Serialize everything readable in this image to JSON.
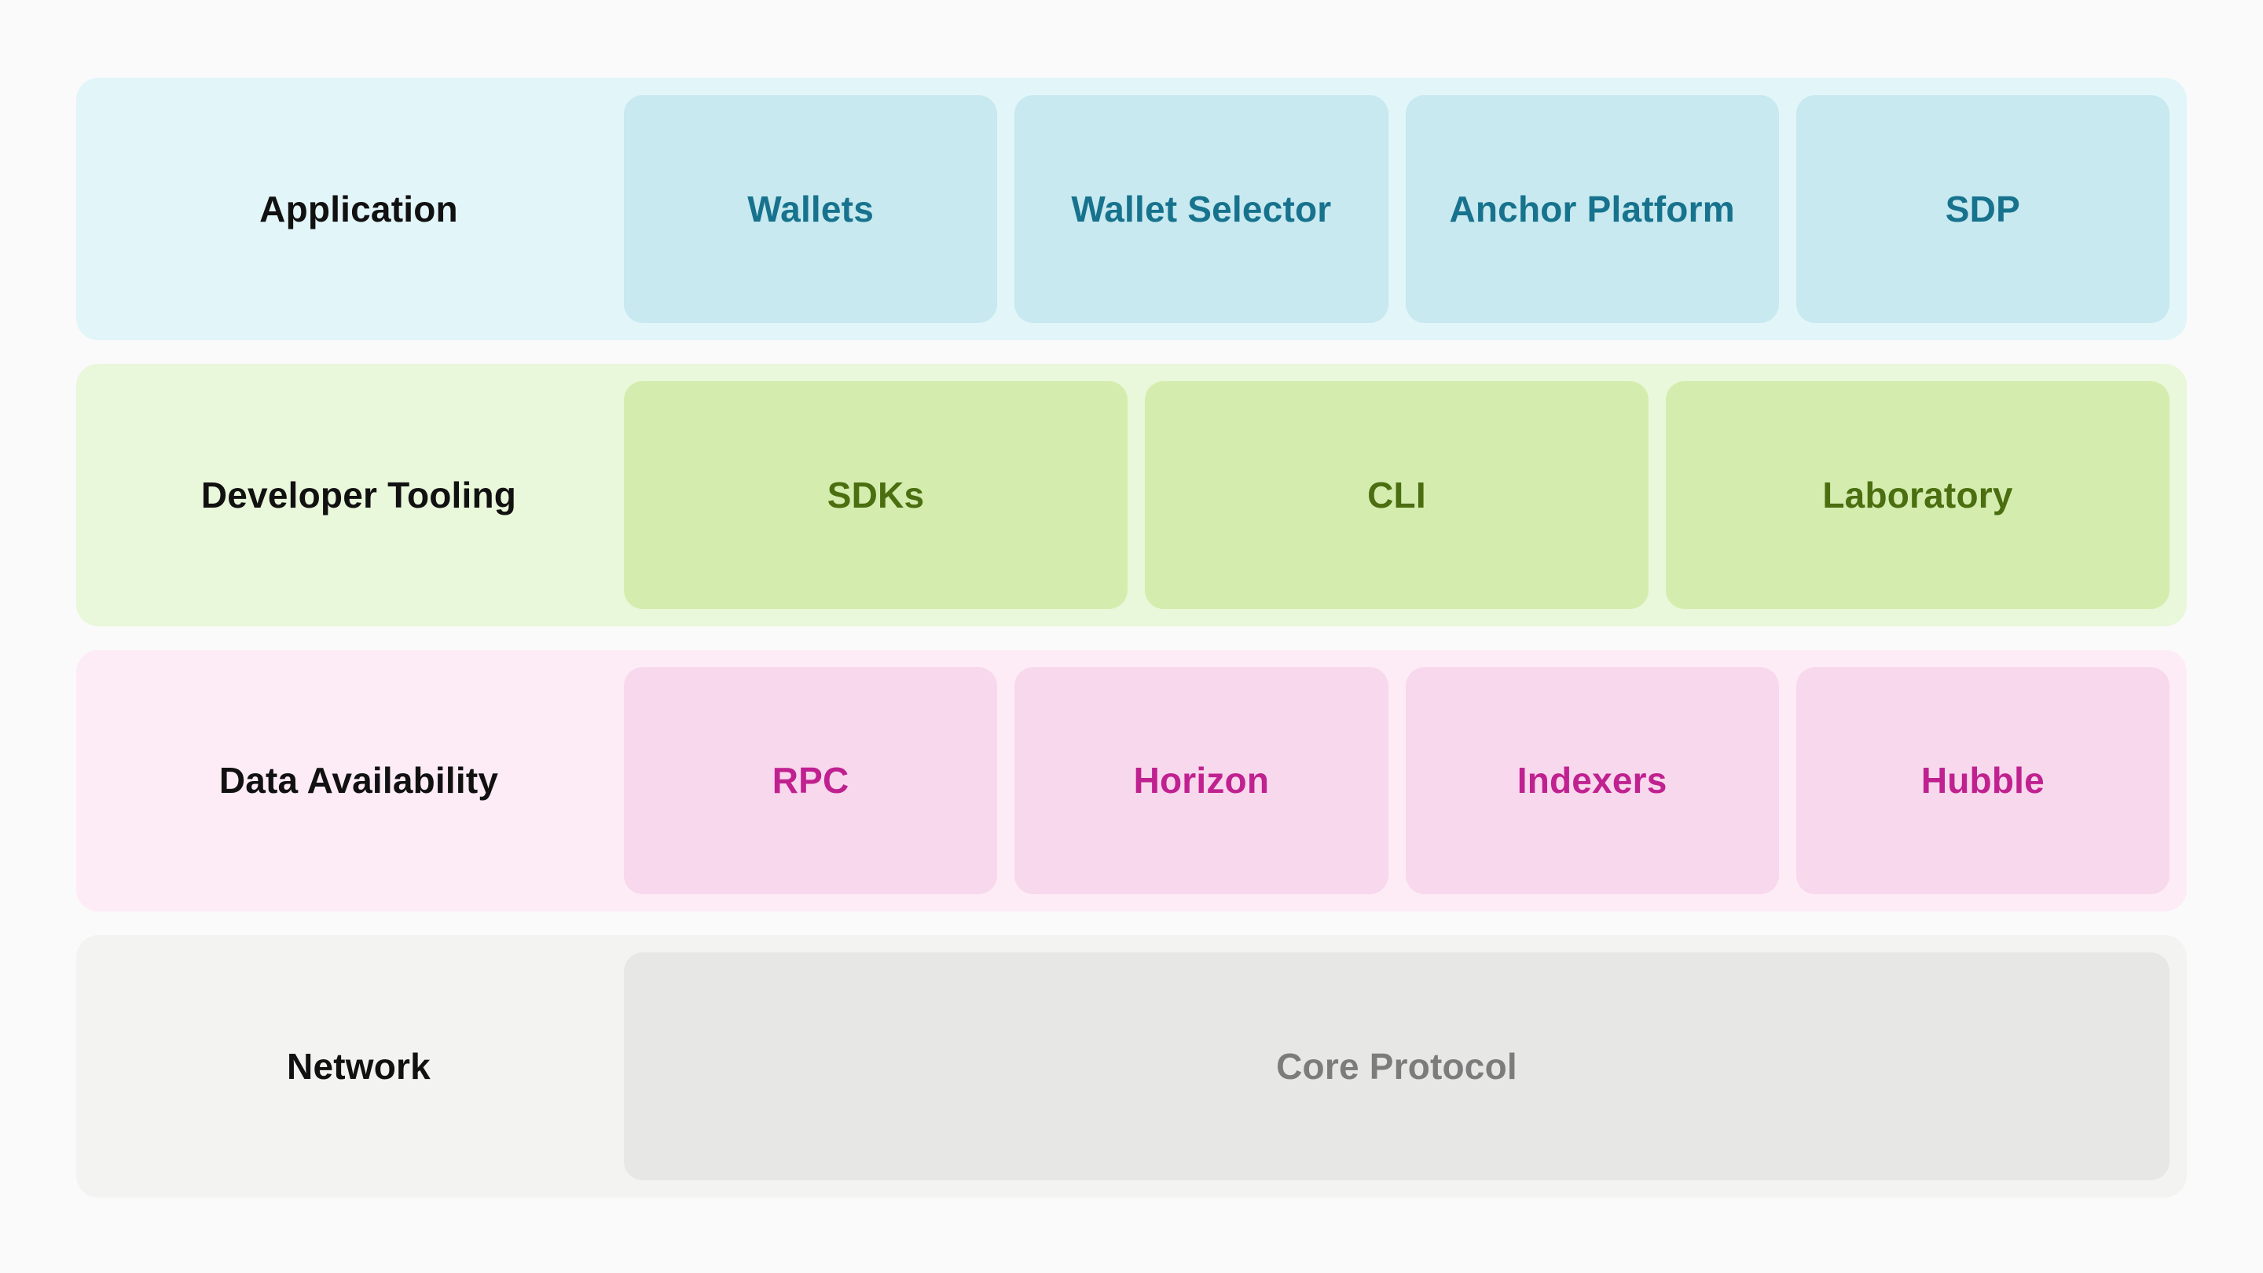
{
  "page": {
    "background": "#fafafa",
    "label_color": "#111111"
  },
  "layers": [
    {
      "label": "Application",
      "row_bg": "#e2f5f9",
      "box_bg": "#c7e9ef",
      "box_text_color": "#17728d",
      "boxes": [
        "Wallets",
        "Wallet Selector",
        "Anchor Platform",
        "SDP"
      ]
    },
    {
      "label": "Developer Tooling",
      "row_bg": "#e9f7da",
      "box_bg": "#d4edae",
      "box_text_color": "#4a6e10",
      "boxes": [
        "SDKs",
        "CLI",
        "Laboratory"
      ]
    },
    {
      "label": "Data Availability",
      "row_bg": "#fdecf6",
      "box_bg": "#f8d8ec",
      "box_text_color": "#c02190",
      "boxes": [
        "RPC",
        "Horizon",
        "Indexers",
        "Hubble"
      ]
    },
    {
      "label": "Network",
      "row_bg": "#f3f3f2",
      "box_bg": "#e7e7e6",
      "box_text_color": "#7c7c7c",
      "boxes": [
        "Core Protocol"
      ]
    }
  ]
}
